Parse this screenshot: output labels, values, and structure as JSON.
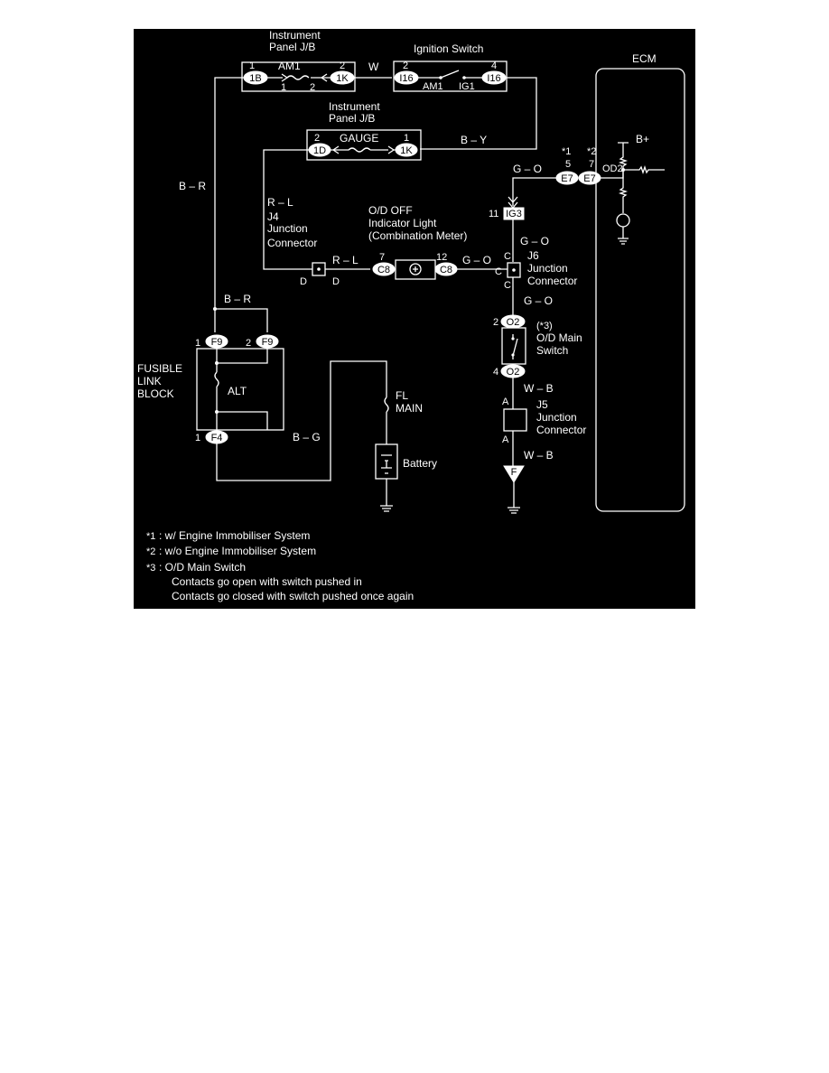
{
  "colors": {
    "background": "#000000",
    "line": "#ffffff",
    "page": "#ffffff"
  },
  "labels": {
    "ipjb_top": [
      "Instrument",
      "Panel J/B"
    ],
    "ignition_switch": "Ignition Switch",
    "ecm": "ECM",
    "ipjb_mid": [
      "Instrument",
      "Panel J/B"
    ],
    "am1_fuse": "AM1",
    "gauge_fuse": "GAUGE",
    "am1_contact": "AM1",
    "ig1_contact": "IG1",
    "b_plus": "B+",
    "od2": "OD2",
    "od_off": [
      "O/D OFF",
      "Indicator Light",
      "(Combination Meter)"
    ],
    "j4": [
      "J4",
      "Junction",
      "Connector"
    ],
    "j6": [
      "J6",
      "Junction",
      "Connector"
    ],
    "j5": [
      "J5",
      "Junction",
      "Connector"
    ],
    "od_main_switch": [
      "O/D Main",
      "Switch"
    ],
    "star3": "(*3)",
    "fusible": [
      "FUSIBLE",
      "LINK",
      "BLOCK"
    ],
    "alt": "ALT",
    "fl_main": [
      "FL",
      "MAIN"
    ],
    "battery": "Battery"
  },
  "wires": {
    "w": "W",
    "b_r_left": "B – R",
    "b_r_bottom": "B – R",
    "b_y": "B – Y",
    "r_l_left": "R – L",
    "r_l_mid": "R – L",
    "g_o_top": "G – O",
    "g_o_j6": "G – O",
    "g_o_mid": "G – O",
    "g_o_below": "G – O",
    "w_b_1": "W – B",
    "w_b_2": "W – B",
    "b_g": "B – G"
  },
  "connectors": {
    "1b": "1B",
    "1k_top": "1K",
    "i16_left": "I16",
    "i16_right": "I16",
    "1d": "1D",
    "1k_mid": "1K",
    "e7_1": "E7",
    "e7_2": "E7",
    "ig3": "IG3",
    "c8_left": "C8",
    "c8_right": "C8",
    "o2_top": "O2",
    "o2_bot": "O2",
    "f9_left": "F9",
    "f9_right": "F9",
    "f4": "F4",
    "ground_f": "F"
  },
  "pins": {
    "p1_1b": "1",
    "p2_1k": "2",
    "p1_fuse": "1",
    "p2_fuse": "2",
    "p2_i16": "2",
    "p4_i16": "4",
    "p2_1d": "2",
    "p1_1k": "1",
    "star1": "*1",
    "star2": "*2",
    "p5_e7": "5",
    "p7_e7": "7",
    "p11_ig3": "11",
    "p7_c8": "7",
    "p12_c8": "12",
    "d_left": "D",
    "d_right": "D",
    "c_top": "C",
    "c_mid": "C",
    "c_bot": "C",
    "p2_o2": "2",
    "p4_o2": "4",
    "a_top": "A",
    "a_bot": "A",
    "p1_f9": "1",
    "p2_f9": "2",
    "p1_f4": "1"
  },
  "notes": [
    {
      "mark": "*1",
      "text": ": w/ Engine Immobiliser System"
    },
    {
      "mark": "*2",
      "text": ": w/o Engine Immobiliser System"
    },
    {
      "mark": "*3",
      "text": ": O/D Main Switch"
    }
  ],
  "note3_lines": [
    "Contacts go open with switch pushed in",
    "Contacts go closed with switch pushed once again"
  ]
}
